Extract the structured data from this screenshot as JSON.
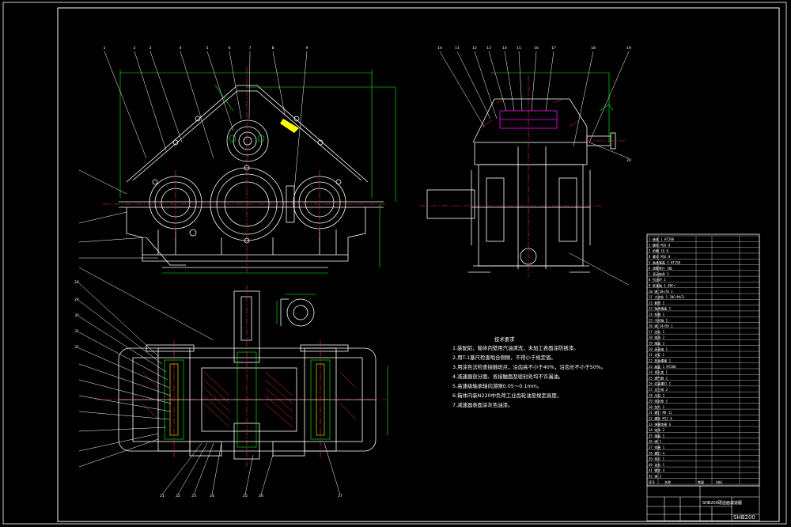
{
  "colors": {
    "background": "#000000",
    "outline": "#ffffff",
    "dimension": "#00ff00",
    "hatch": "#ff3b3b",
    "center_line": "#ff3030",
    "accent": "#ffff00",
    "gear_teeth": "#ff00ff",
    "cyan": "#00ffff"
  },
  "title_block": {
    "drawing_no": "SHB200",
    "title": "SHB200硬齿面减速器"
  },
  "notes": {
    "heading": "技术要求",
    "items": [
      "1.装配前，箱体内壁用汽油清洗，未加工表面涂防锈漆。",
      "2.用T-1塞尺检查啮合侧隙，不得小于规定值。",
      "3.用涂色法检查接触斑点，沿齿高不小于40%，沿齿长不小于50%。",
      "4.减速器剖分面、各接触面及密封处均不许漏油。",
      "5.高速级轴承轴向游隙0.05～0.1mm。",
      "6.箱体内装N220中负荷工业齿轮油至规定高度。",
      "7.减速器表面涂灰色油漆。"
    ]
  },
  "bom": {
    "rows": [
      "1 箱座 1 HT200",
      "2 螺栓 M16 8",
      "3 垫圈 16 8",
      "4 螺母 M16 8",
      "5 轴承端盖 2 HT150",
      "6 调整垫片 2组",
      "7 滚动轴承 2",
      "8 挡油环 2",
      "9 低速轴 1 40Cr",
      "10 键 18×70 1",
      "11 大齿轮 1 20CrMnTi",
      "12 套筒 1",
      "13 轴承端盖 1",
      "14 毡圈 1",
      "15 中间轴 1",
      "16 键 14×50 1",
      "17 齿轮 1",
      "18 轴承 2",
      "19 端盖 2",
      "20 高速轴 1",
      "21 油标 1",
      "22 放油螺塞 1",
      "23 箱盖 1 HT200",
      "24 视孔盖 1",
      "25 通气器 1",
      "26 启盖螺钉 1",
      "27 定位销 2",
      "28 吊耳 2",
      "29 密封垫 1",
      "30 垫片 1",
      "31 螺钉 M8 12",
      "32 螺栓 M12 6",
      "33 弹簧垫圈 6",
      "34 轴承 2",
      "35 端盖 1",
      "36 键 1",
      "37 挡圈 1",
      "38 螺钉 4",
      "39 垫片 1",
      "40 油封 1",
      "41 螺栓 4",
      "42 销 2"
    ],
    "header": [
      "序号",
      "名称",
      "数量",
      "材料"
    ]
  },
  "balloons": {
    "front_top": [
      "1",
      "2",
      "3",
      "4",
      "5",
      "6",
      "7",
      "8",
      "9"
    ],
    "side_top": [
      "10",
      "11",
      "12",
      "13",
      "14",
      "15",
      "16",
      "17",
      "18",
      "19",
      "20"
    ],
    "bottom": [
      "21",
      "22",
      "23",
      "24",
      "25",
      "26",
      "27",
      "28",
      "29",
      "30",
      "31",
      "32"
    ]
  }
}
